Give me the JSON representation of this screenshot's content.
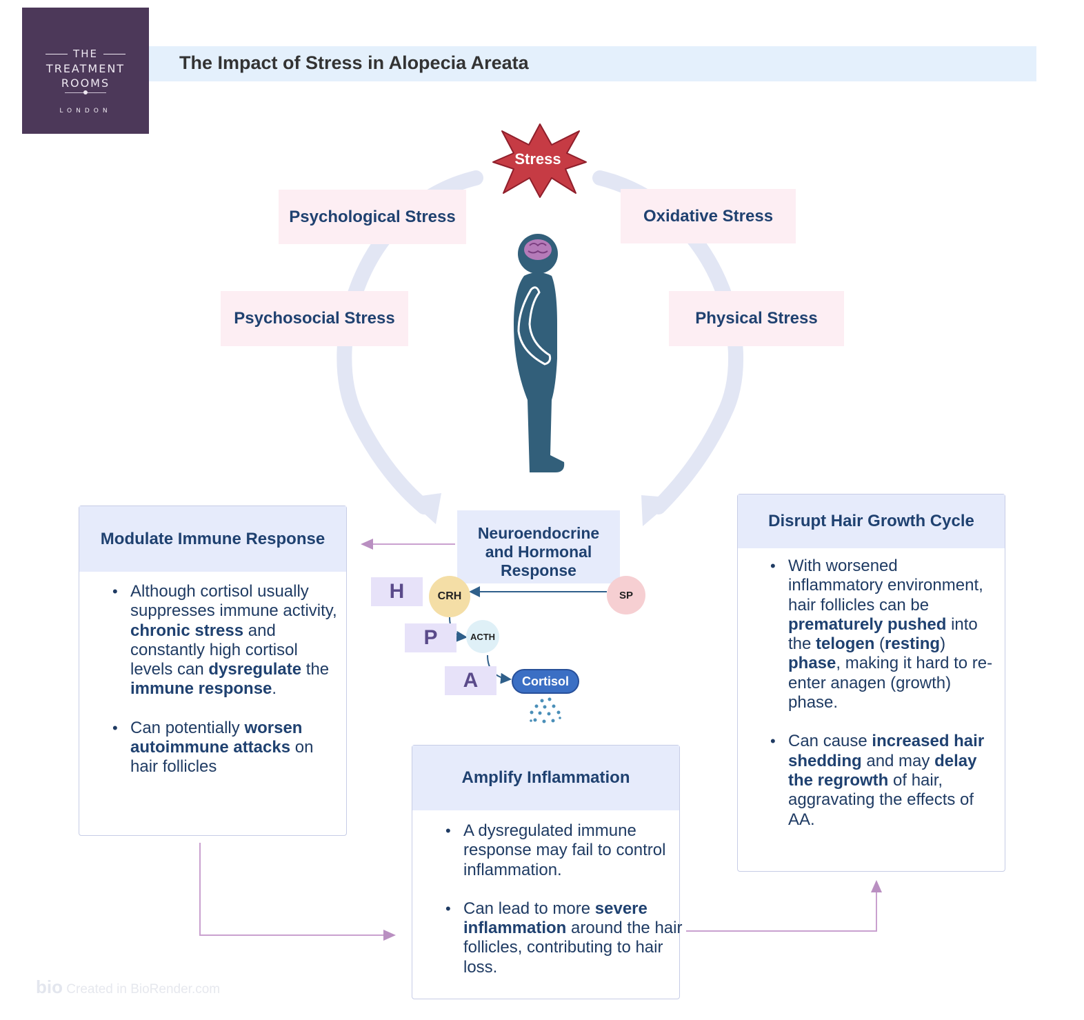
{
  "logo": {
    "line1": "THE",
    "line2": "TREATMENT",
    "line3": "ROOMS",
    "line4": "LONDON"
  },
  "title": "The Impact of Stress in Alopecia Areata",
  "stress": "Stress",
  "stress_types": {
    "psychological": "Psychological Stress",
    "oxidative": "Oxidative Stress",
    "psychosocial": "Psychosocial Stress",
    "physical": "Physical Stress"
  },
  "neuro": {
    "line1": "Neuroendocrine",
    "line2": "and Hormonal",
    "line3": "Response"
  },
  "hpa": {
    "h": "H",
    "p": "P",
    "a": "A",
    "crh": "CRH",
    "sp": "SP",
    "acth": "ACTH",
    "cortisol": "Cortisol"
  },
  "modulate": {
    "title": "Modulate Immune Response",
    "b1": {
      "t1": "Although cortisol usually suppresses immune activity, ",
      "b1": "chronic stress",
      "t2": " and constantly high cortisol levels can ",
      "b2": "dysregulate",
      "t3": " the ",
      "b3": "immune response",
      "t4": "."
    },
    "b2": {
      "t1": "Can potentially ",
      "b1": "worsen autoimmune attacks",
      "t2": " on hair follicles"
    }
  },
  "amplify": {
    "title": "Amplify Inflammation",
    "b1": {
      "t1": "A dysregulated immune response may fail to control inflammation."
    },
    "b2": {
      "t1": "Can lead to more ",
      "b1": "severe inflammation",
      "t2": " around the hair follicles, contributing to hair loss."
    }
  },
  "disrupt": {
    "title": "Disrupt Hair Growth Cycle",
    "b1": {
      "t1": "With worsened inflammatory environment, hair follicles can be ",
      "b1": "prematurely pushed",
      "t2": " into the ",
      "b2": "telogen",
      "t3": " (",
      "b3": "resting",
      "t4": ") ",
      "b4": "phase",
      "t5": ", making it hard to re-enter anagen (growth) phase."
    },
    "b2": {
      "t1": "Can cause ",
      "b1": "increased hair shedding",
      "t2": " and may ",
      "b2": "delay the regrowth",
      "t3": " of hair, aggravating the effects of AA."
    }
  },
  "watermark": {
    "brand": "bio",
    "text": "Created in BioRender.com"
  },
  "colors": {
    "logo_bg": "#4c3859",
    "title_bar": "#e4f0fc",
    "pill_bg": "#fdeef3",
    "box_head": "#e6ebfb",
    "figure": "#325f7a",
    "star": "#c63b44",
    "arc": "#e2e6f4",
    "connector": "#c9a0cf"
  }
}
